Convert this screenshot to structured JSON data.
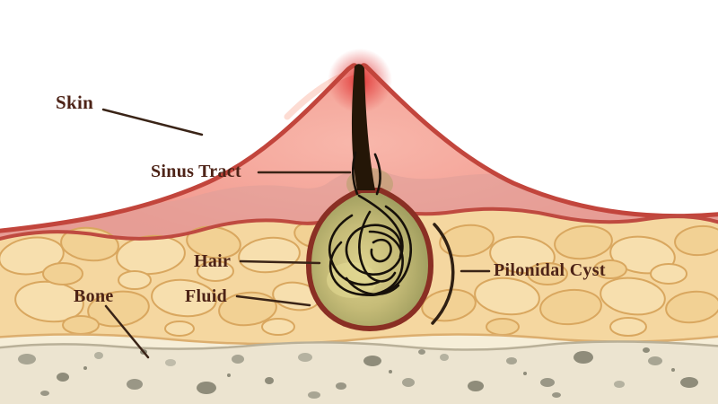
{
  "diagram": {
    "labels": {
      "skin": "Skin",
      "sinus_tract": "Sinus Tract",
      "hair": "Hair",
      "fluid": "Fluid",
      "pilonidal_cyst": "Pilonidal Cyst",
      "bone": "Bone"
    },
    "colors": {
      "label_text": "#4d2317",
      "skin_outline": "#c2453c",
      "skin_fill": "#f2998e",
      "dermis_band": "#e0a09a",
      "fat": "#f5d7a0",
      "fat_outline": "#d9a75f",
      "inflammation": "#e02e2e",
      "cyst_border": "#8a2f24",
      "cyst_fluid": "#b4ab68",
      "hair": "#17110a",
      "bone": "#ece4d0",
      "leader_line": "#3a2417"
    }
  }
}
